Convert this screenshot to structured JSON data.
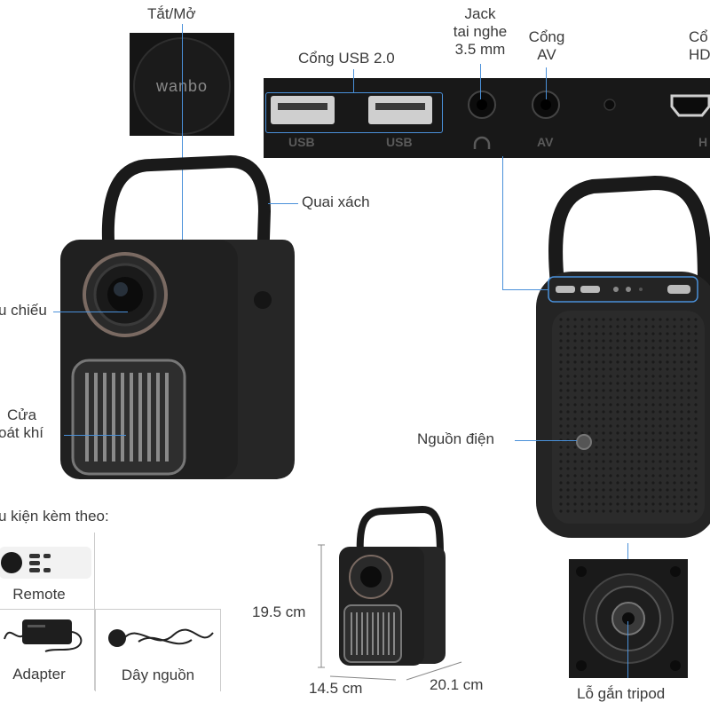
{
  "labels": {
    "power": "Tắt/Mở",
    "jack_line1": "Jack",
    "jack_line2": "tai nghe",
    "jack_line3": "3.5 mm",
    "av_line1": "Cổng",
    "av_line2": "AV",
    "hdmi_line1": "Cổ",
    "hdmi_line2": "HD",
    "usb": "Cổng USB 2.0",
    "handle": "Quai xách",
    "lens": "u chiếu",
    "vent_line1": "Cửa",
    "vent_line2": "oát khí",
    "power_port": "Nguồn điện",
    "accessories": "u kiện kèm theo:",
    "remote": "Remote",
    "adapter": "Adapter",
    "cable": "Dây nguồn",
    "height": "19.5 cm",
    "width": "14.5 cm",
    "depth": "20.1 cm",
    "tripod": "Lỗ gắn tripod"
  },
  "panel_text": {
    "logo": "wanbo",
    "usb1": "USB",
    "usb2": "USB",
    "av": "AV",
    "hdmi": "H"
  },
  "colors": {
    "accent_line": "#4a90d9",
    "device_body": "#1e1e1e"
  }
}
